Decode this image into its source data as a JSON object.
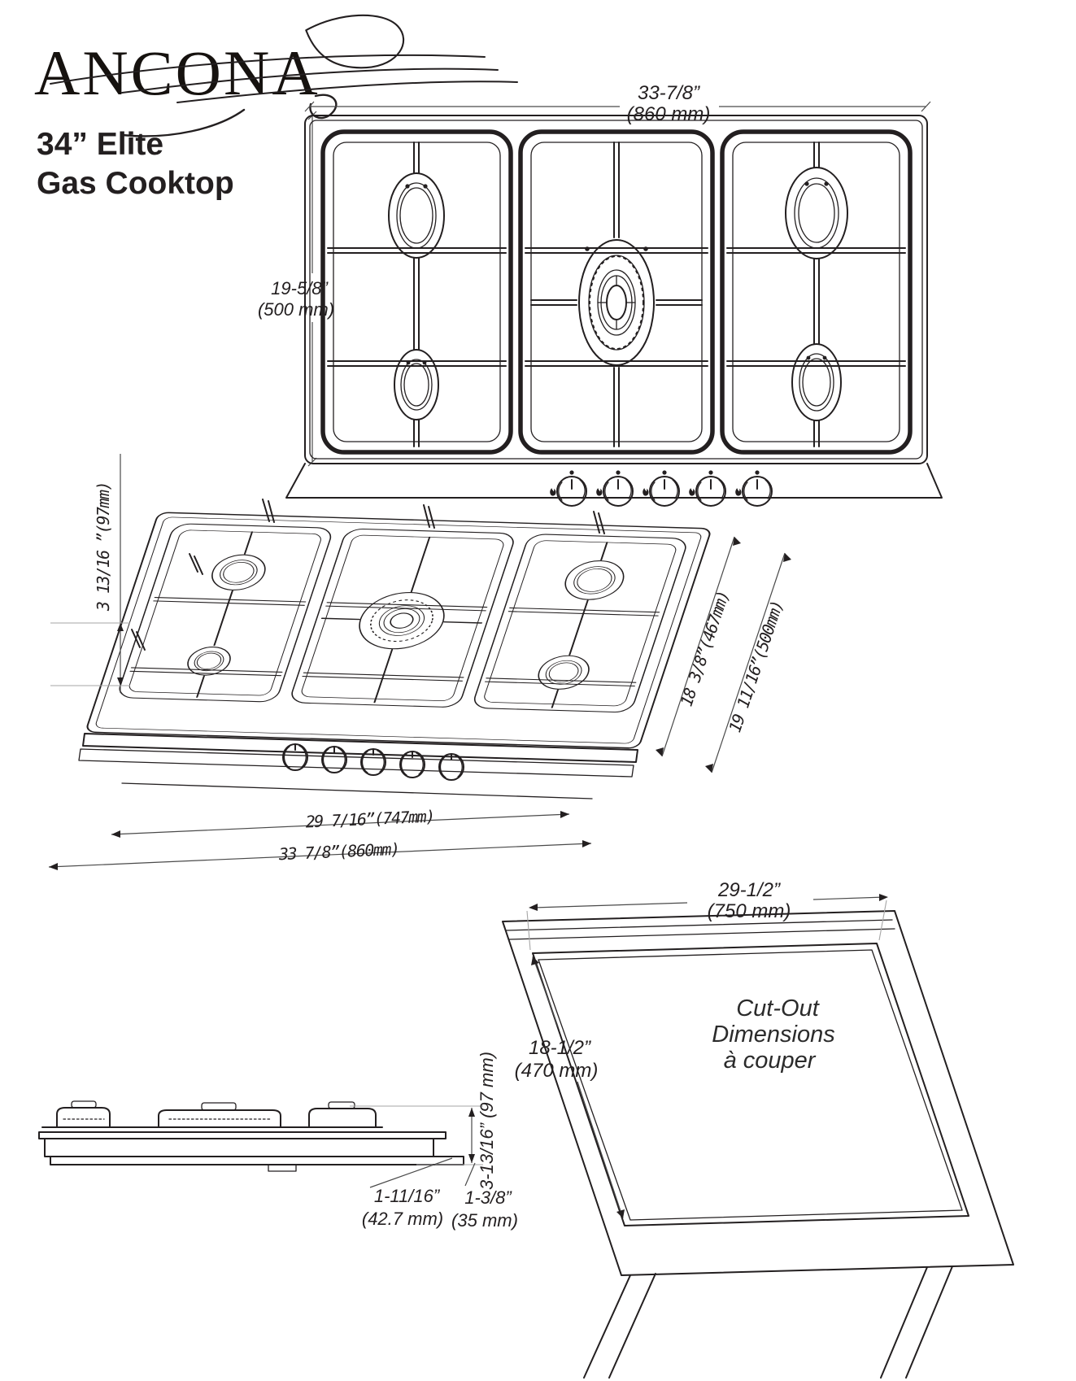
{
  "header": {
    "brand": "ANCONA",
    "title1": "34” Elite",
    "title2": "Gas Cooktop"
  },
  "top": {
    "width_in": "33-7/8”",
    "width_mm": "(860 mm)",
    "depth_in": "19-5/8”",
    "depth_mm": "(500 mm)"
  },
  "iso": {
    "height": "3 13/16 ”(97mm)",
    "grate_depth": "18 3/8”(467mm)",
    "total_depth": "19 11/16”(500mm)",
    "inner_width": "29 7/16”(747mm)",
    "total_width": "33 7/8”(860mm)"
  },
  "side": {
    "height": "3-13/16” (97 mm)",
    "dim1_in": "1-11/16”",
    "dim1_mm": "(42.7 mm)",
    "dim2_in": "1-3/8”",
    "dim2_mm": "(35 mm)"
  },
  "cutout": {
    "width_in": "29-1/2”",
    "width_mm": "(750 mm)",
    "depth_in": "18-1/2”",
    "depth_mm": "(470 mm)",
    "caption1": "Cut-Out",
    "caption2": "Dimensions",
    "caption3": "à couper"
  },
  "colors": {
    "ink": "#231f20",
    "dim_line": "#4a4a4a",
    "reference_gray": "#a6a6a6",
    "background": "#ffffff"
  }
}
